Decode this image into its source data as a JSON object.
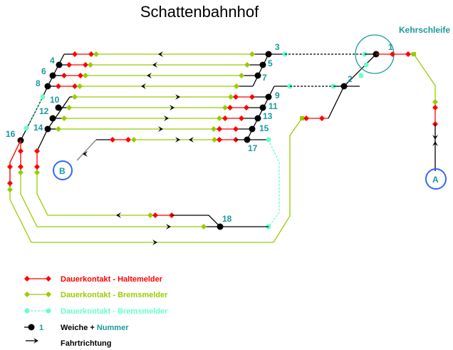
{
  "title": "Schattenbahnhof",
  "colors": {
    "halt": "#ff0000",
    "brems": "#99cc00",
    "brems_dashed": "#66ffcc",
    "switch": "#000000",
    "number": "#1a9a9a",
    "endpoint_circle": "#3366ff",
    "kehrschleife_circle": "#1a9a9a"
  },
  "labels": {
    "kehrschleife": "Kehrschleife",
    "endpoint_a": "A",
    "endpoint_b": "B"
  },
  "switches": [
    "1",
    "2",
    "3",
    "4",
    "5",
    "6",
    "7",
    "8",
    "9",
    "10",
    "11",
    "12",
    "13",
    "14",
    "15",
    "16",
    "17",
    "18"
  ],
  "legend": [
    {
      "kind": "halt",
      "text": "Dauerkontakt - Haltemelder",
      "color": "#ff0000"
    },
    {
      "kind": "brems",
      "text": "Dauerkontakt - Bremsmelder",
      "color": "#99cc00"
    },
    {
      "kind": "brems_dashed",
      "text": "Dauerkontakt - Bremsmelder",
      "color": "#66ffcc"
    },
    {
      "kind": "switch",
      "number": "1",
      "text_a": "Weiche + ",
      "text_b": "Nummer"
    },
    {
      "kind": "arrow",
      "text": "Fahrtrichtung"
    }
  ]
}
